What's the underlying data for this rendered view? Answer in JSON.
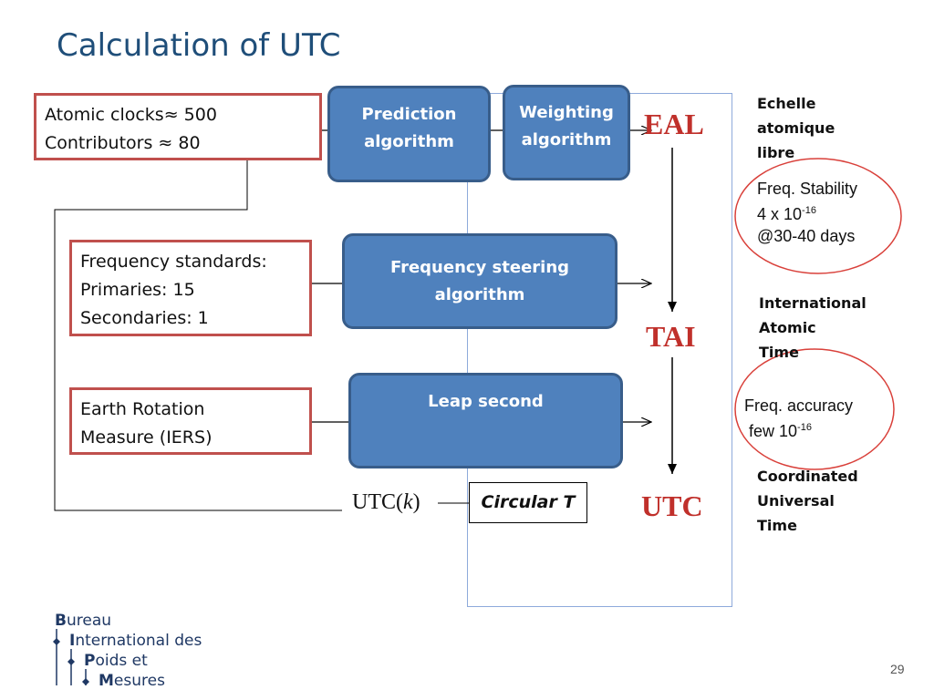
{
  "title": "Calculation of UTC",
  "inputs": {
    "clocks_line1": "Atomic clocks≈ 500",
    "clocks_line2": "Contributors ≈ 80",
    "freq_line1": "Frequency standards:",
    "freq_line2": "Primaries: 15",
    "freq_line3": "Secondaries: 1",
    "earth_line1": "Earth Rotation",
    "earth_line2": "Measure (IERS)"
  },
  "algorithms": {
    "prediction_line1": "Prediction",
    "prediction_line2": "algorithm",
    "weighting_line1": "Weighting",
    "weighting_line2": "algorithm",
    "steering_line1": "Frequency  steering",
    "steering_line2": "algorithm",
    "leap": "Leap second"
  },
  "scales": {
    "eal": "EAL",
    "tai": "TAI",
    "utc": "UTC",
    "utck_prefix": "UTC(",
    "utck_k": "k",
    "utck_suffix": ")",
    "circular_t": "Circular T"
  },
  "descriptions": {
    "eal_line1": "Echelle",
    "eal_line2": "atomique",
    "eal_line3": "libre",
    "tai_line1": "International",
    "tai_line2": "Atomic",
    "tai_line3": "Time",
    "utc_line1": "Coordinated",
    "utc_line2": "Universal",
    "utc_line3": "Time"
  },
  "stability": {
    "line1": "Freq. Stability",
    "line2_base": "4 x 10",
    "line2_exp": "-16",
    "line3": "@30-40 days"
  },
  "accuracy": {
    "line1": "Freq. accuracy",
    "line2_base": "few 10",
    "line2_exp": "-16"
  },
  "logo": {
    "b1": "B",
    "r1": "ureau",
    "b2": "I",
    "r2": "nternational des",
    "b3": "P",
    "r3": "oids et",
    "b4": "M",
    "r4": "esures"
  },
  "page_number": "29",
  "colors": {
    "title": "#1f4e79",
    "box_blue": "#4f81bd",
    "box_red_border": "#c0504d",
    "scale_red": "#c0302b"
  }
}
